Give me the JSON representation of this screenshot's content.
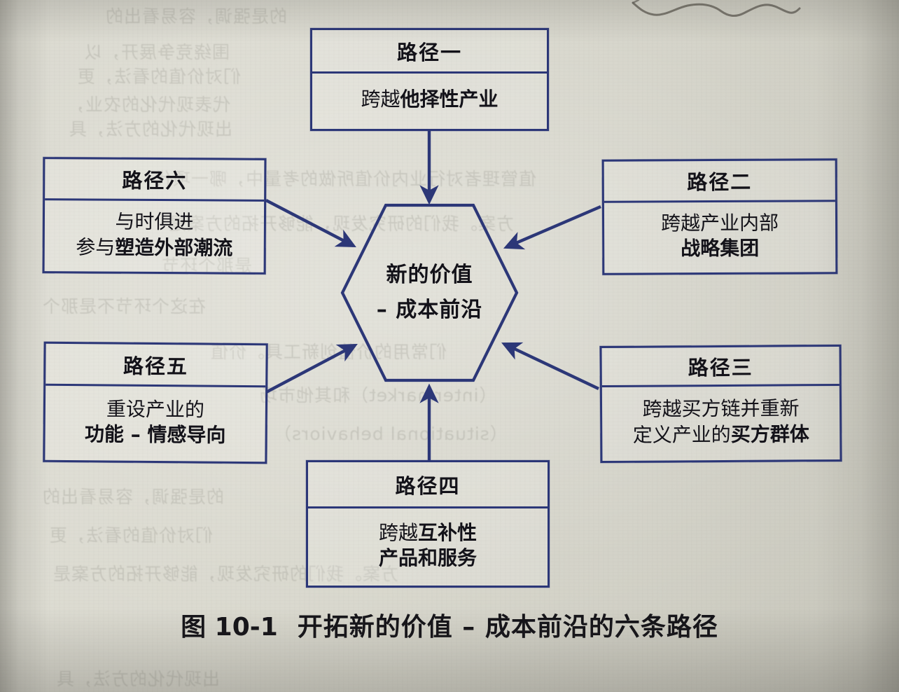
{
  "figure": {
    "caption_number": "图 10-1",
    "caption_title": "开拓新的价值 – 成本前沿的六条路径"
  },
  "center": {
    "shape": "hexagon",
    "line1": "新的价值",
    "line2": "– 成本前沿"
  },
  "boxes": [
    {
      "id": "box-1",
      "position": "top",
      "header": "路径一",
      "lines": [
        {
          "normal": "跨越",
          "bold": "他择性产业"
        }
      ]
    },
    {
      "id": "box-2",
      "position": "right-top",
      "header": "路径二",
      "lines": [
        {
          "normal": "跨越产业内部",
          "bold": ""
        },
        {
          "normal": "",
          "bold": "战略集团"
        }
      ]
    },
    {
      "id": "box-3",
      "position": "right-bottom",
      "header": "路径三",
      "lines": [
        {
          "normal": "跨越买方链并重新",
          "bold": ""
        },
        {
          "normal": "定义产业的",
          "bold": "买方群体"
        }
      ]
    },
    {
      "id": "box-4",
      "position": "bottom",
      "header": "路径四",
      "lines": [
        {
          "normal": "跨越",
          "bold": "互补性"
        },
        {
          "normal": "",
          "bold": "产品和服务"
        }
      ]
    },
    {
      "id": "box-5",
      "position": "left-bottom",
      "header": "路径五",
      "lines": [
        {
          "normal": "重设产业的",
          "bold": ""
        },
        {
          "normal": "",
          "bold": "功能 – 情感导向"
        }
      ]
    },
    {
      "id": "box-6",
      "position": "left-top",
      "header": "路径六",
      "lines": [
        {
          "normal": "与时俱进",
          "bold": ""
        },
        {
          "normal": "参与",
          "bold": "塑造外部潮流"
        }
      ]
    }
  ],
  "arrows": [
    {
      "from": "box-1",
      "to": "center",
      "direction": "down"
    },
    {
      "from": "box-2",
      "to": "center",
      "direction": "down-left"
    },
    {
      "from": "box-3",
      "to": "center",
      "direction": "up-left"
    },
    {
      "from": "box-4",
      "to": "center",
      "direction": "up"
    },
    {
      "from": "box-5",
      "to": "center",
      "direction": "up-right"
    },
    {
      "from": "box-6",
      "to": "center",
      "direction": "down-right"
    }
  ],
  "colors": {
    "line": "#2c3778",
    "text": "#131219",
    "paper": "#d9d8ce"
  },
  "annotations": {
    "pencil_squiggle": "handwritten wavy pencil mark, top-right margin"
  },
  "showthrough": [
    "的是强调，容易看出的",
    "围绕竞争展开，以",
    "们对价值的看法，更",
    "代表现代化的农业，",
    "出现代化的方法，具",
    "值管理者对行业内价值所做的考量中，哪一项代",
    "方案。我们的研究发现，能够开拓的方案是",
    "是那个环节",
    "在这个环节不是那个",
    "们常用的价值创新工具。价值",
    "（intermarket）和其他市场",
    "（situational behaviors）"
  ]
}
